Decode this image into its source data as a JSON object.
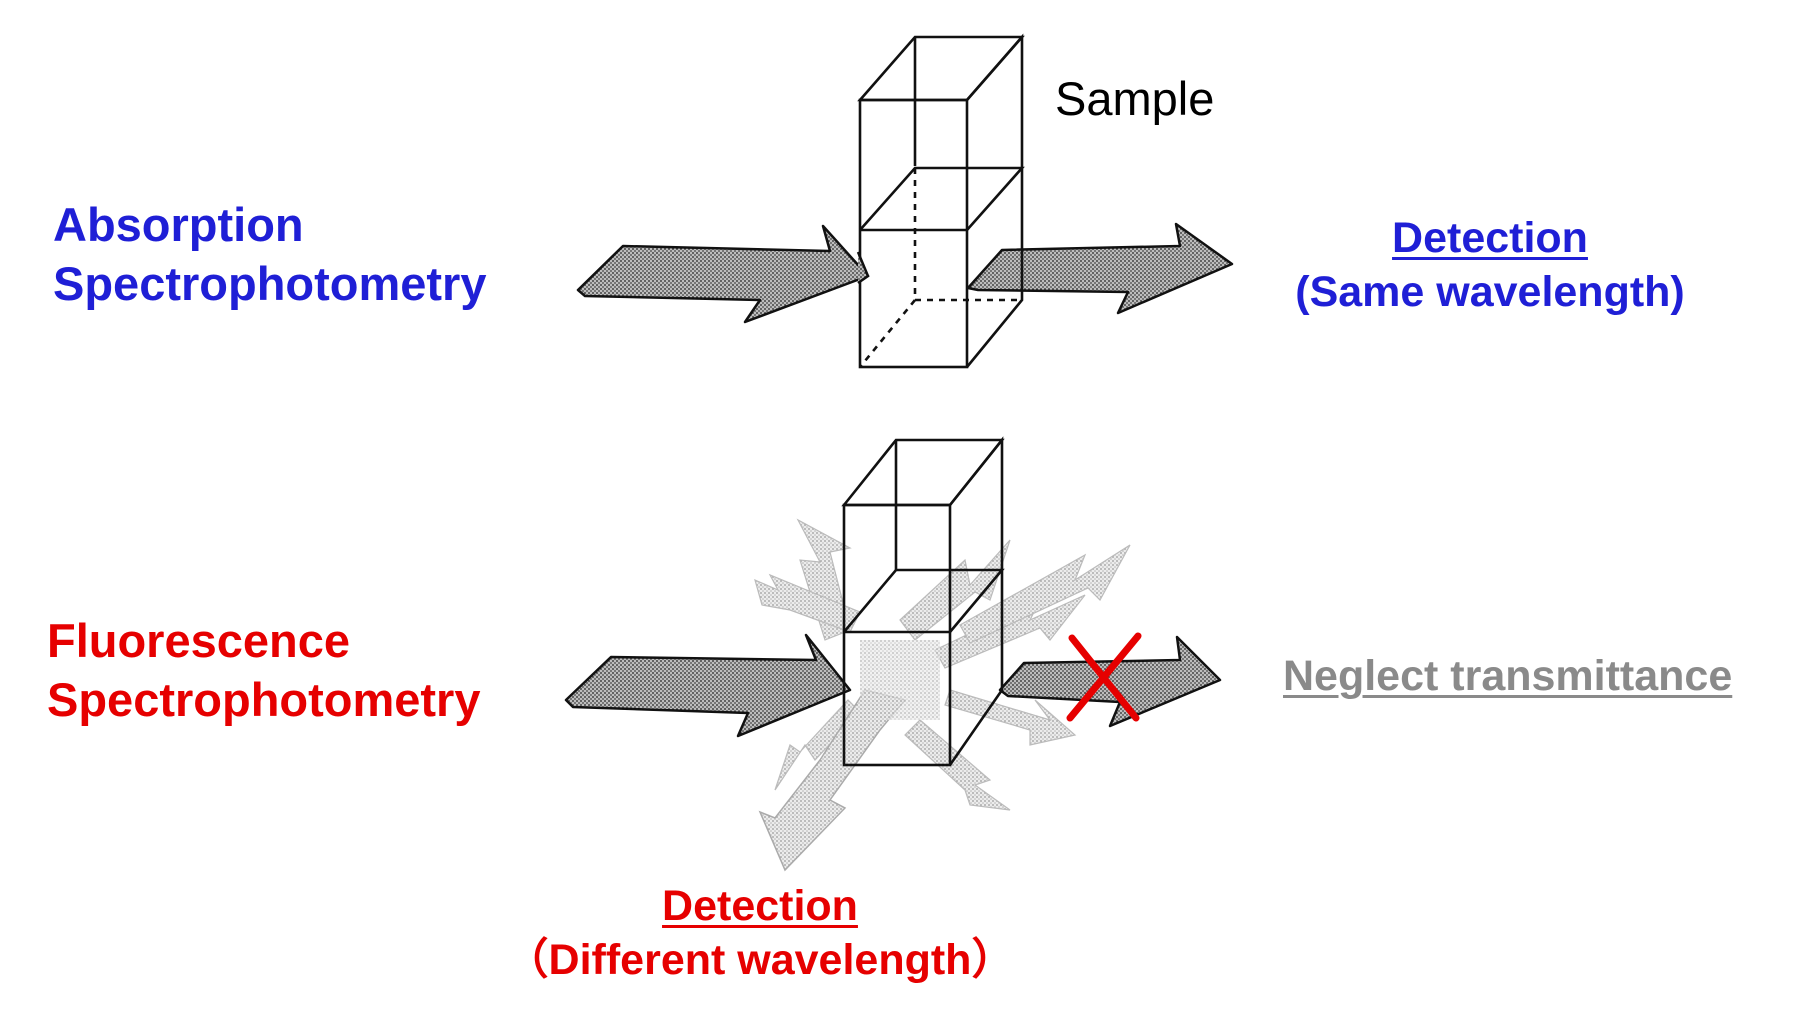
{
  "sample_label": "Sample",
  "absorption": {
    "title_line1": "Absorption",
    "title_line2": "Spectrophotometry",
    "detection_heading": "Detection",
    "detection_note": "(Same wavelength)"
  },
  "fluorescence": {
    "title_line1": "Fluorescence",
    "title_line2": "Spectrophotometry",
    "neglect_label": "Neglect transmittance",
    "detection_heading": "Detection",
    "detection_note": "（Different wavelength）"
  },
  "colors": {
    "absorption": "#1f1fd6",
    "fluorescence": "#e60000",
    "neglect": "#8a8a8a",
    "cross_mark": "#e60000"
  },
  "icons": {
    "cuvette": "cuvette-icon",
    "cross": "cross-mark-icon"
  }
}
